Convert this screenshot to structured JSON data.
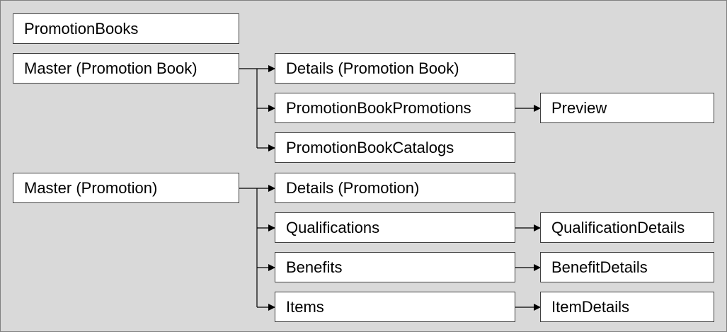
{
  "colors": {
    "background": "#d9d9d9",
    "box_fill": "#ffffff",
    "line": "#000000"
  },
  "nodes": {
    "promotion_books": "PromotionBooks",
    "master_promotion_book": "Master (Promotion Book)",
    "details_promotion_book": "Details (Promotion Book)",
    "promotion_book_promotions": "PromotionBookPromotions",
    "preview": "Preview",
    "promotion_book_catalogs": "PromotionBookCatalogs",
    "master_promotion": "Master (Promotion)",
    "details_promotion": "Details (Promotion)",
    "qualifications": "Qualifications",
    "qualification_details": "QualificationDetails",
    "benefits": "Benefits",
    "benefit_details": "BenefitDetails",
    "items": "Items",
    "item_details": "ItemDetails"
  }
}
